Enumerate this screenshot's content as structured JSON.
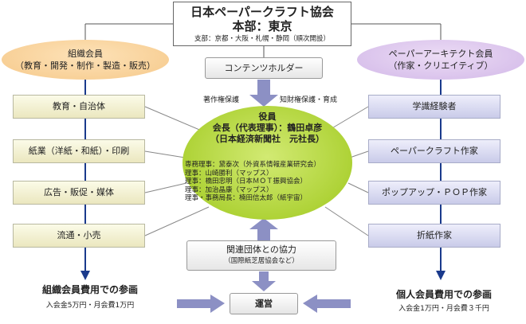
{
  "top": {
    "name": "日本ペーパークラフト協会",
    "hq": "本部：東京",
    "branches": "支部：京都・大阪・札幌・静岡（順次開設）"
  },
  "left_group": {
    "title": "組織会員",
    "subtitle": "（教育・開発・制作・製造・販売）"
  },
  "right_group": {
    "title": "ペーパーアーキテクト会員",
    "subtitle": "（作家・クリエイティブ）"
  },
  "contents_holder": "コンテンツホルダー",
  "label_copyright": "著作権保護",
  "label_ip": "知財権保護・育成",
  "left_items": [
    "教育・自治体",
    "紙業（洋紙・和紙）・印刷",
    "広告・販促・媒体",
    "流通・小売"
  ],
  "right_items": [
    "学識経験者",
    "ペーパークラフト作家",
    "ポップアップ・ＰＯＰ作家",
    "折紙作家"
  ],
  "officers": {
    "title": "役員",
    "chair": "会長（代表理事）：鶴田卓彦",
    "chair_affil": "（日本経済新聞社　元社長）",
    "members": [
      "専務理事：黛泰次（外資系情報産業研究会）",
      "理事：山崎勝利（マップス）",
      "理事：橋田忠明（日本ＭＯＴ振興協会）",
      "理事：加治晶康（マップス）",
      "理事・事務局長：楠田信太郎（紙宇宙）"
    ]
  },
  "related": {
    "title": "関連団体との協力",
    "sub": "（国際紙芝居協会など）"
  },
  "operation": "運営",
  "left_footer": {
    "title": "組織会員費用での参画",
    "fee": "入会金5万円・月会費1万円"
  },
  "right_footer": {
    "title": "個人会員費用での参画",
    "fee": "入会金1万円・月会費３千円"
  },
  "colors": {
    "officers_fill": "#a9cf2e",
    "left_group_fill": "#f6c98a",
    "right_group_fill": "#d2b8e8",
    "arrow": "#8c90c4",
    "line_blue": "#1a3a8c"
  }
}
